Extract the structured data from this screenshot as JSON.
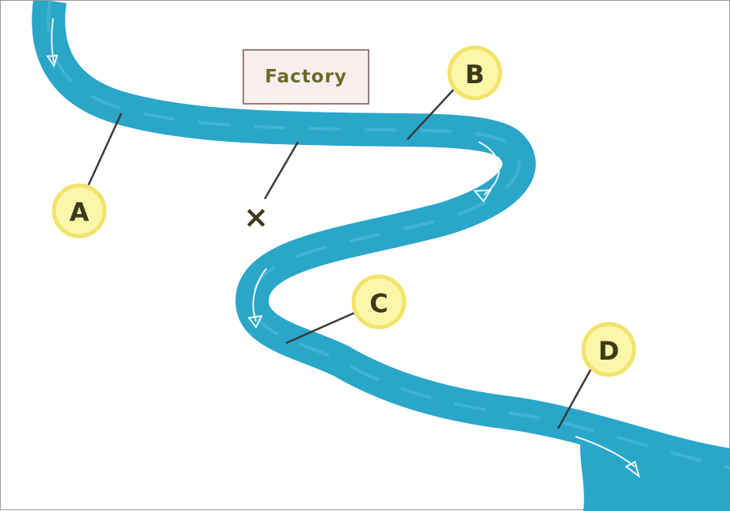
{
  "diagram": {
    "building_label": "Factory",
    "marker_symbol": "×",
    "labels": [
      "A",
      "B",
      "C",
      "D"
    ],
    "colors": {
      "river": "#2aa6c9",
      "river_highlight": "#5cc3df",
      "label_fill": "#fbf6a8",
      "label_ring": "#f2e36b",
      "label_text": "#3b3a1a",
      "building_fill": "#f7eeee",
      "building_border": "#9b7b7b",
      "leader_line": "#3a3a3a",
      "flow_arrow": "#e9f7fb"
    }
  }
}
